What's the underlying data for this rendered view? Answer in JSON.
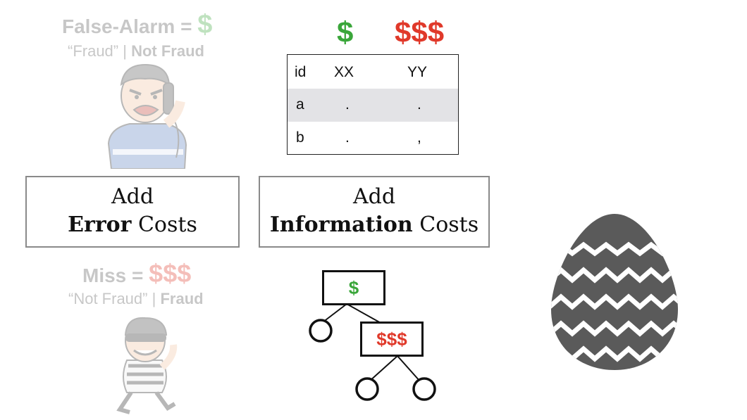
{
  "false_alarm": {
    "title": "False-Alarm =",
    "cost": "$",
    "predicted": "“Fraud”",
    "separator": "|",
    "actual": "Not Fraud"
  },
  "miss": {
    "title": "Miss =",
    "cost": "$$$",
    "predicted": "“Not Fraud”",
    "separator": "|",
    "actual": "Fraud"
  },
  "header": {
    "cheap": "$",
    "expensive": "$$$"
  },
  "table": {
    "columns": [
      "id",
      "XX",
      "YY"
    ],
    "rows": [
      [
        "a",
        ".",
        "."
      ],
      [
        "b",
        ".",
        ","
      ]
    ]
  },
  "error_box": {
    "line1": "Add",
    "bold": "Error",
    "rest": " Costs"
  },
  "info_box": {
    "line1": "Add",
    "bold": "Information",
    "rest": " Costs"
  },
  "tree": {
    "root": "$",
    "child": "$$$"
  },
  "colors": {
    "green": "#3aa63a",
    "red": "#e0392a",
    "egg": "#5a5a5a"
  },
  "icons": [
    "angry-caller-icon",
    "burglar-icon",
    "easter-egg-icon"
  ]
}
